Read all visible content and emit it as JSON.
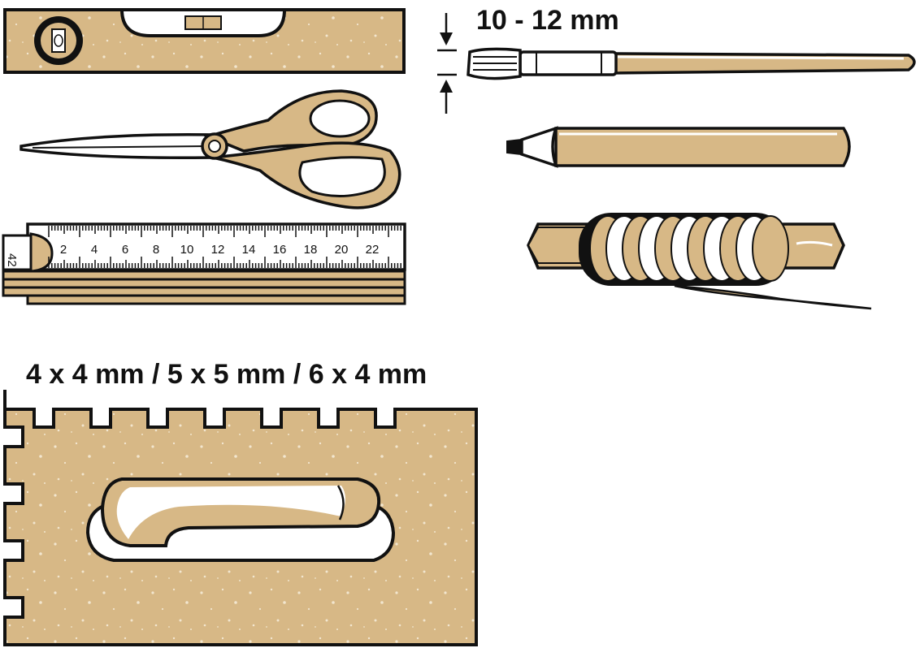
{
  "labels": {
    "brush_size": "10 - 12 mm",
    "notch_sizes": "4 x 4 mm / 5 x 5 mm / 6 x 4 mm"
  },
  "ruler": {
    "numbers": [
      "2",
      "4",
      "6",
      "8",
      "10",
      "12",
      "14",
      "16",
      "18",
      "20",
      "22"
    ],
    "folded_number": "42"
  },
  "colors": {
    "tan": "#D7B886",
    "outline": "#111111",
    "white": "#ffffff"
  },
  "tools": [
    "spirit-level",
    "paint-brush",
    "scissors",
    "carpenter-pencil",
    "folding-ruler",
    "string-line-reel",
    "notched-trowel"
  ]
}
